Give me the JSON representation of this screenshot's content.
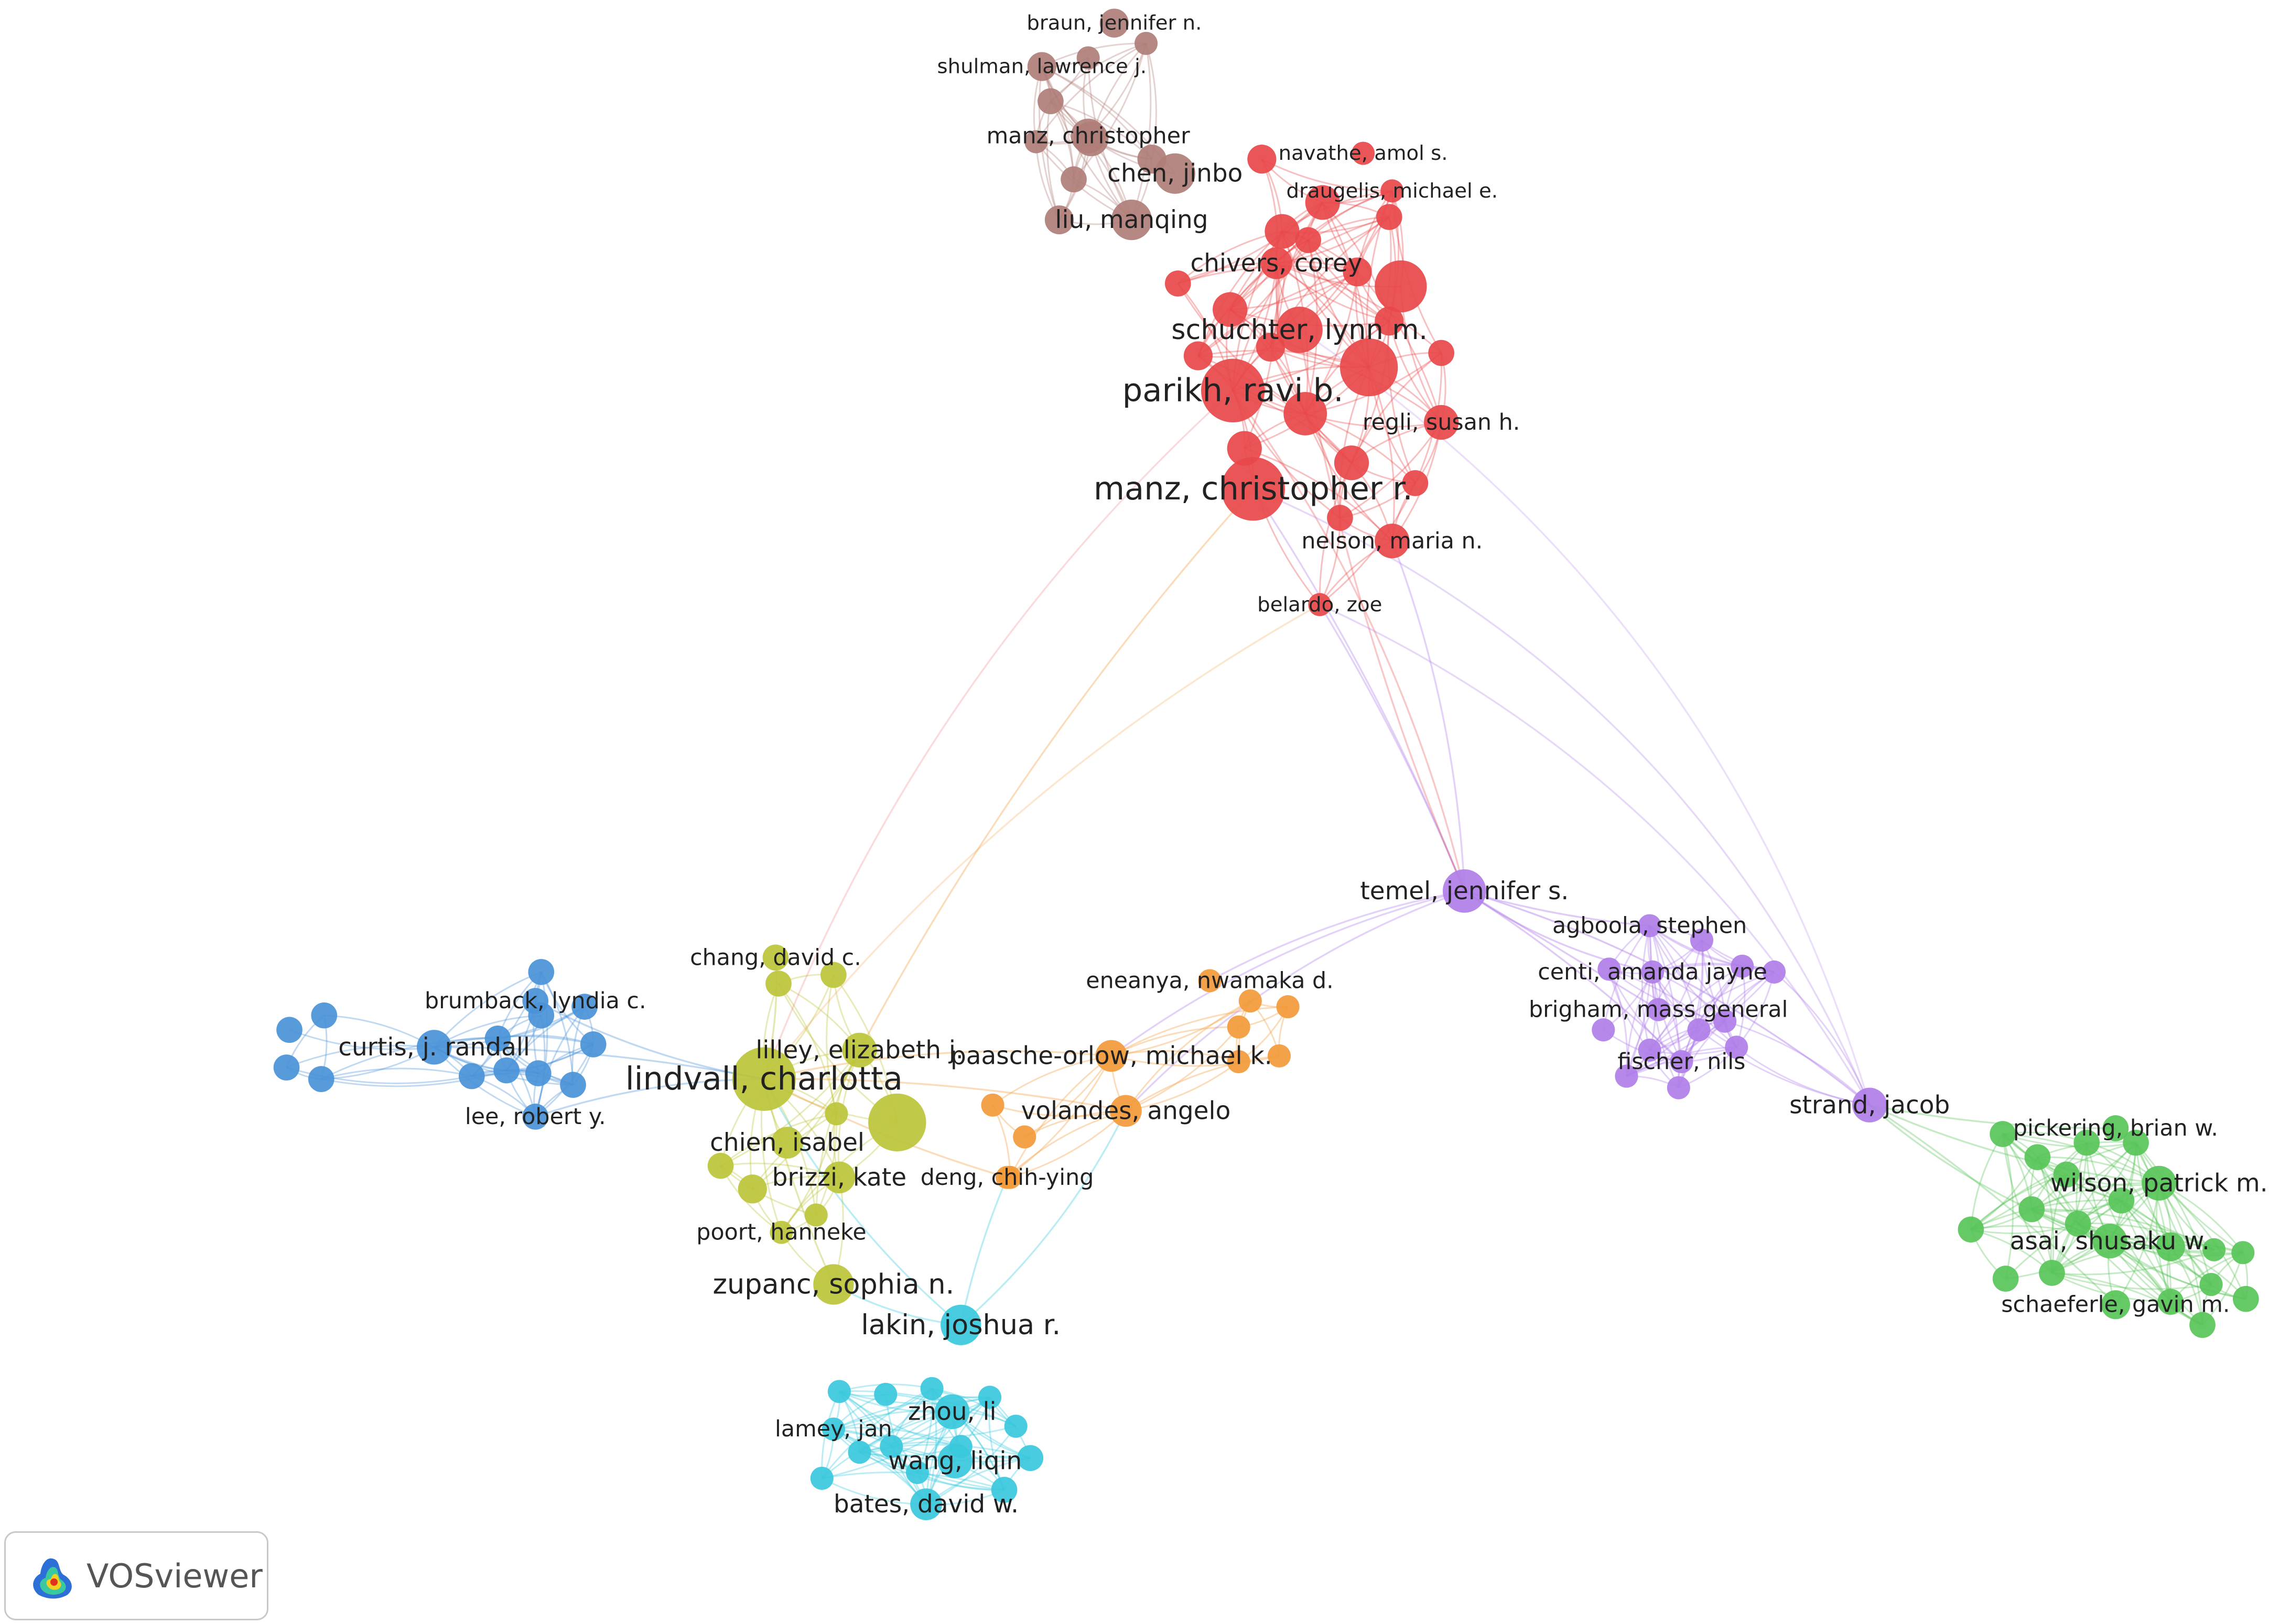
{
  "app": {
    "brand": "VOSviewer"
  },
  "colors": {
    "red": "#e8484a",
    "brown": "#b07e78",
    "purple": "#b07ee8",
    "green": "#58c458",
    "blue": "#4a92d8",
    "yellow": "#bcc43a",
    "orange": "#f39a3a",
    "cyan": "#3ac8dc"
  },
  "labels": [
    {
      "text": "braun, jennifer n.",
      "cluster": "brown",
      "size": 2
    },
    {
      "text": "shulman, lawrence j.",
      "cluster": "brown",
      "size": 2
    },
    {
      "text": "manz, christopher",
      "cluster": "brown",
      "size": 3
    },
    {
      "text": "chen, jinbo",
      "cluster": "brown",
      "size": 4
    },
    {
      "text": "liu, manqing",
      "cluster": "brown",
      "size": 4
    },
    {
      "text": "navathe, amol s.",
      "cluster": "red",
      "size": 2
    },
    {
      "text": "draugelis, michael e.",
      "cluster": "red",
      "size": 2
    },
    {
      "text": "chivers, corey",
      "cluster": "red",
      "size": 4
    },
    {
      "text": "schuchter, lynn m.",
      "cluster": "red",
      "size": 5
    },
    {
      "text": "parikh, ravi b.",
      "cluster": "red",
      "size": 6
    },
    {
      "text": "regli, susan h.",
      "cluster": "red",
      "size": 3
    },
    {
      "text": "manz, christopher r.",
      "cluster": "red",
      "size": 6
    },
    {
      "text": "nelson, maria n.",
      "cluster": "red",
      "size": 3
    },
    {
      "text": "belardo, zoe",
      "cluster": "red",
      "size": 2
    },
    {
      "text": "temel, jennifer s.",
      "cluster": "purple",
      "size": 4
    },
    {
      "text": "agboola, stephen",
      "cluster": "purple",
      "size": 3
    },
    {
      "text": "centi, amanda jayne",
      "cluster": "purple",
      "size": 3
    },
    {
      "text": "brigham, mass general",
      "cluster": "purple",
      "size": 3
    },
    {
      "text": "fischer, nils",
      "cluster": "purple",
      "size": 3
    },
    {
      "text": "strand, jacob",
      "cluster": "purple",
      "size": 4
    },
    {
      "text": "pickering, brian w.",
      "cluster": "green",
      "size": 3
    },
    {
      "text": "wilson, patrick m.",
      "cluster": "green",
      "size": 4
    },
    {
      "text": "asai, shusaku w.",
      "cluster": "green",
      "size": 4
    },
    {
      "text": "schaeferle, gavin m.",
      "cluster": "green",
      "size": 3
    },
    {
      "text": "chang, david c.",
      "cluster": "yellow",
      "size": 3
    },
    {
      "text": "brumback, lyndia c.",
      "cluster": "blue",
      "size": 3
    },
    {
      "text": "curtis, j. randall",
      "cluster": "blue",
      "size": 4
    },
    {
      "text": "lee, robert y.",
      "cluster": "blue",
      "size": 3
    },
    {
      "text": "lilley, elizabeth j.",
      "cluster": "yellow",
      "size": 4
    },
    {
      "text": "lindvall, charlotta",
      "cluster": "yellow",
      "size": 6
    },
    {
      "text": "chien, isabel",
      "cluster": "yellow",
      "size": 4
    },
    {
      "text": "brizzi, kate",
      "cluster": "yellow",
      "size": 4
    },
    {
      "text": "poort, hanneke",
      "cluster": "yellow",
      "size": 3
    },
    {
      "text": "zupanc, sophia n.",
      "cluster": "yellow",
      "size": 5
    },
    {
      "text": "eneanya, nwamaka d.",
      "cluster": "orange",
      "size": 3
    },
    {
      "text": "paasche-orlow, michael k.",
      "cluster": "orange",
      "size": 4
    },
    {
      "text": "volandes, angelo",
      "cluster": "orange",
      "size": 4
    },
    {
      "text": "deng, chih-ying",
      "cluster": "orange",
      "size": 3
    },
    {
      "text": "lakin, joshua r.",
      "cluster": "cyan",
      "size": 5
    },
    {
      "text": "zhou, li",
      "cluster": "cyan",
      "size": 4
    },
    {
      "text": "lamey, jan",
      "cluster": "cyan",
      "size": 3
    },
    {
      "text": "wang, liqin",
      "cluster": "cyan",
      "size": 4
    },
    {
      "text": "bates, david w.",
      "cluster": "cyan",
      "size": 4
    }
  ]
}
